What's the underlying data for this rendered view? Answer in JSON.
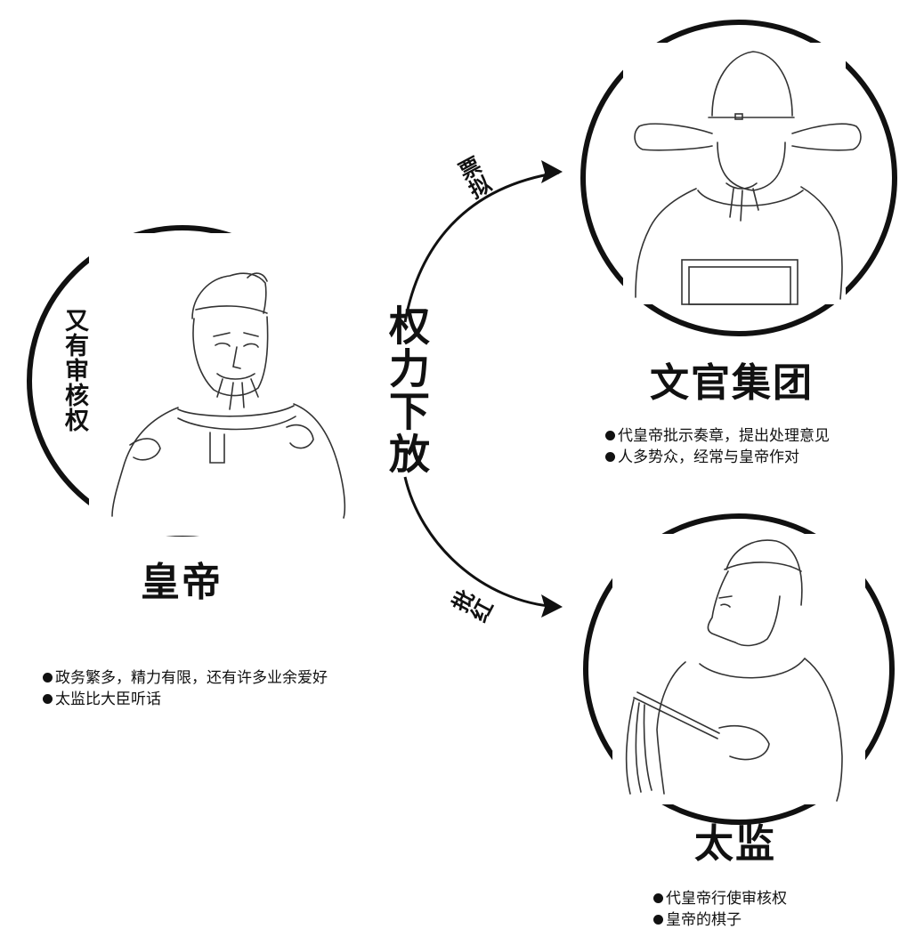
{
  "center": {
    "label": "权力下放"
  },
  "emperor": {
    "title": "皇帝",
    "side_note": "又有审核权",
    "bullets": [
      "政务繁多，精力有限，还有许多业余爱好",
      "太监比大臣听话"
    ]
  },
  "officials": {
    "title": "文官集团",
    "bullets": [
      "代皇帝批示奏章，提出处理意见",
      "人多势众，经常与皇帝作对"
    ]
  },
  "eunuch": {
    "title": "太监",
    "bullets": [
      "代皇帝行使审核权",
      "皇帝的棋子"
    ]
  },
  "arrows": {
    "upper": "票拟",
    "lower": "批红"
  }
}
